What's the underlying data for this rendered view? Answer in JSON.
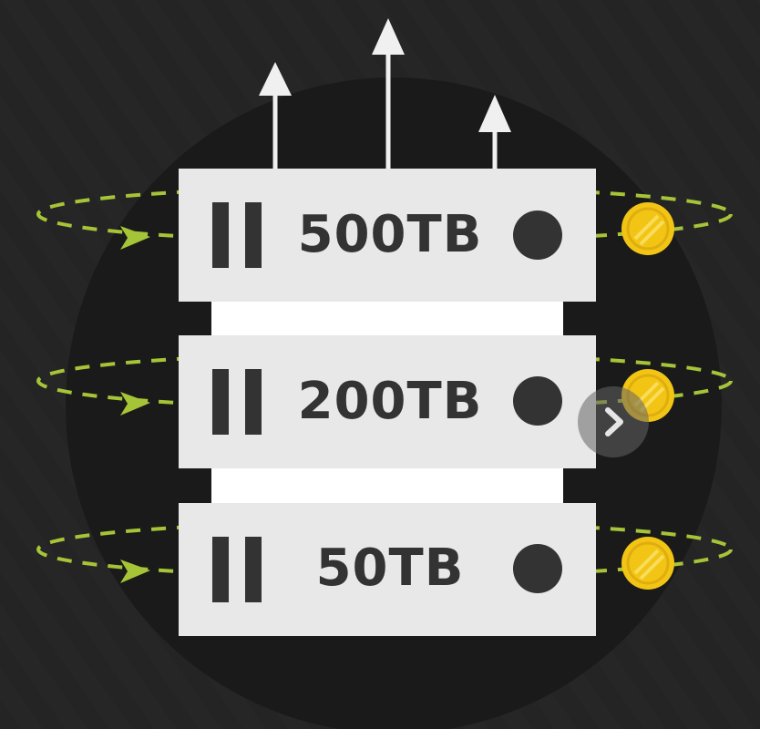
{
  "servers": [
    {
      "label": "500TB"
    },
    {
      "label": "200TB"
    },
    {
      "label": "50TB"
    }
  ],
  "colors": {
    "background": "#242424",
    "circle": "#1a1a1a",
    "server": "#e8e8e8",
    "rack_gap": "#ffffff",
    "text": "#333333",
    "orbit": "#a6c437",
    "coin": "#f2c515",
    "arrow": "#f0f0f0"
  },
  "icons": {
    "next": "chevron-right-icon",
    "upload": "arrow-up-icon",
    "coin": "coin-icon",
    "status": "status-light-icon"
  }
}
